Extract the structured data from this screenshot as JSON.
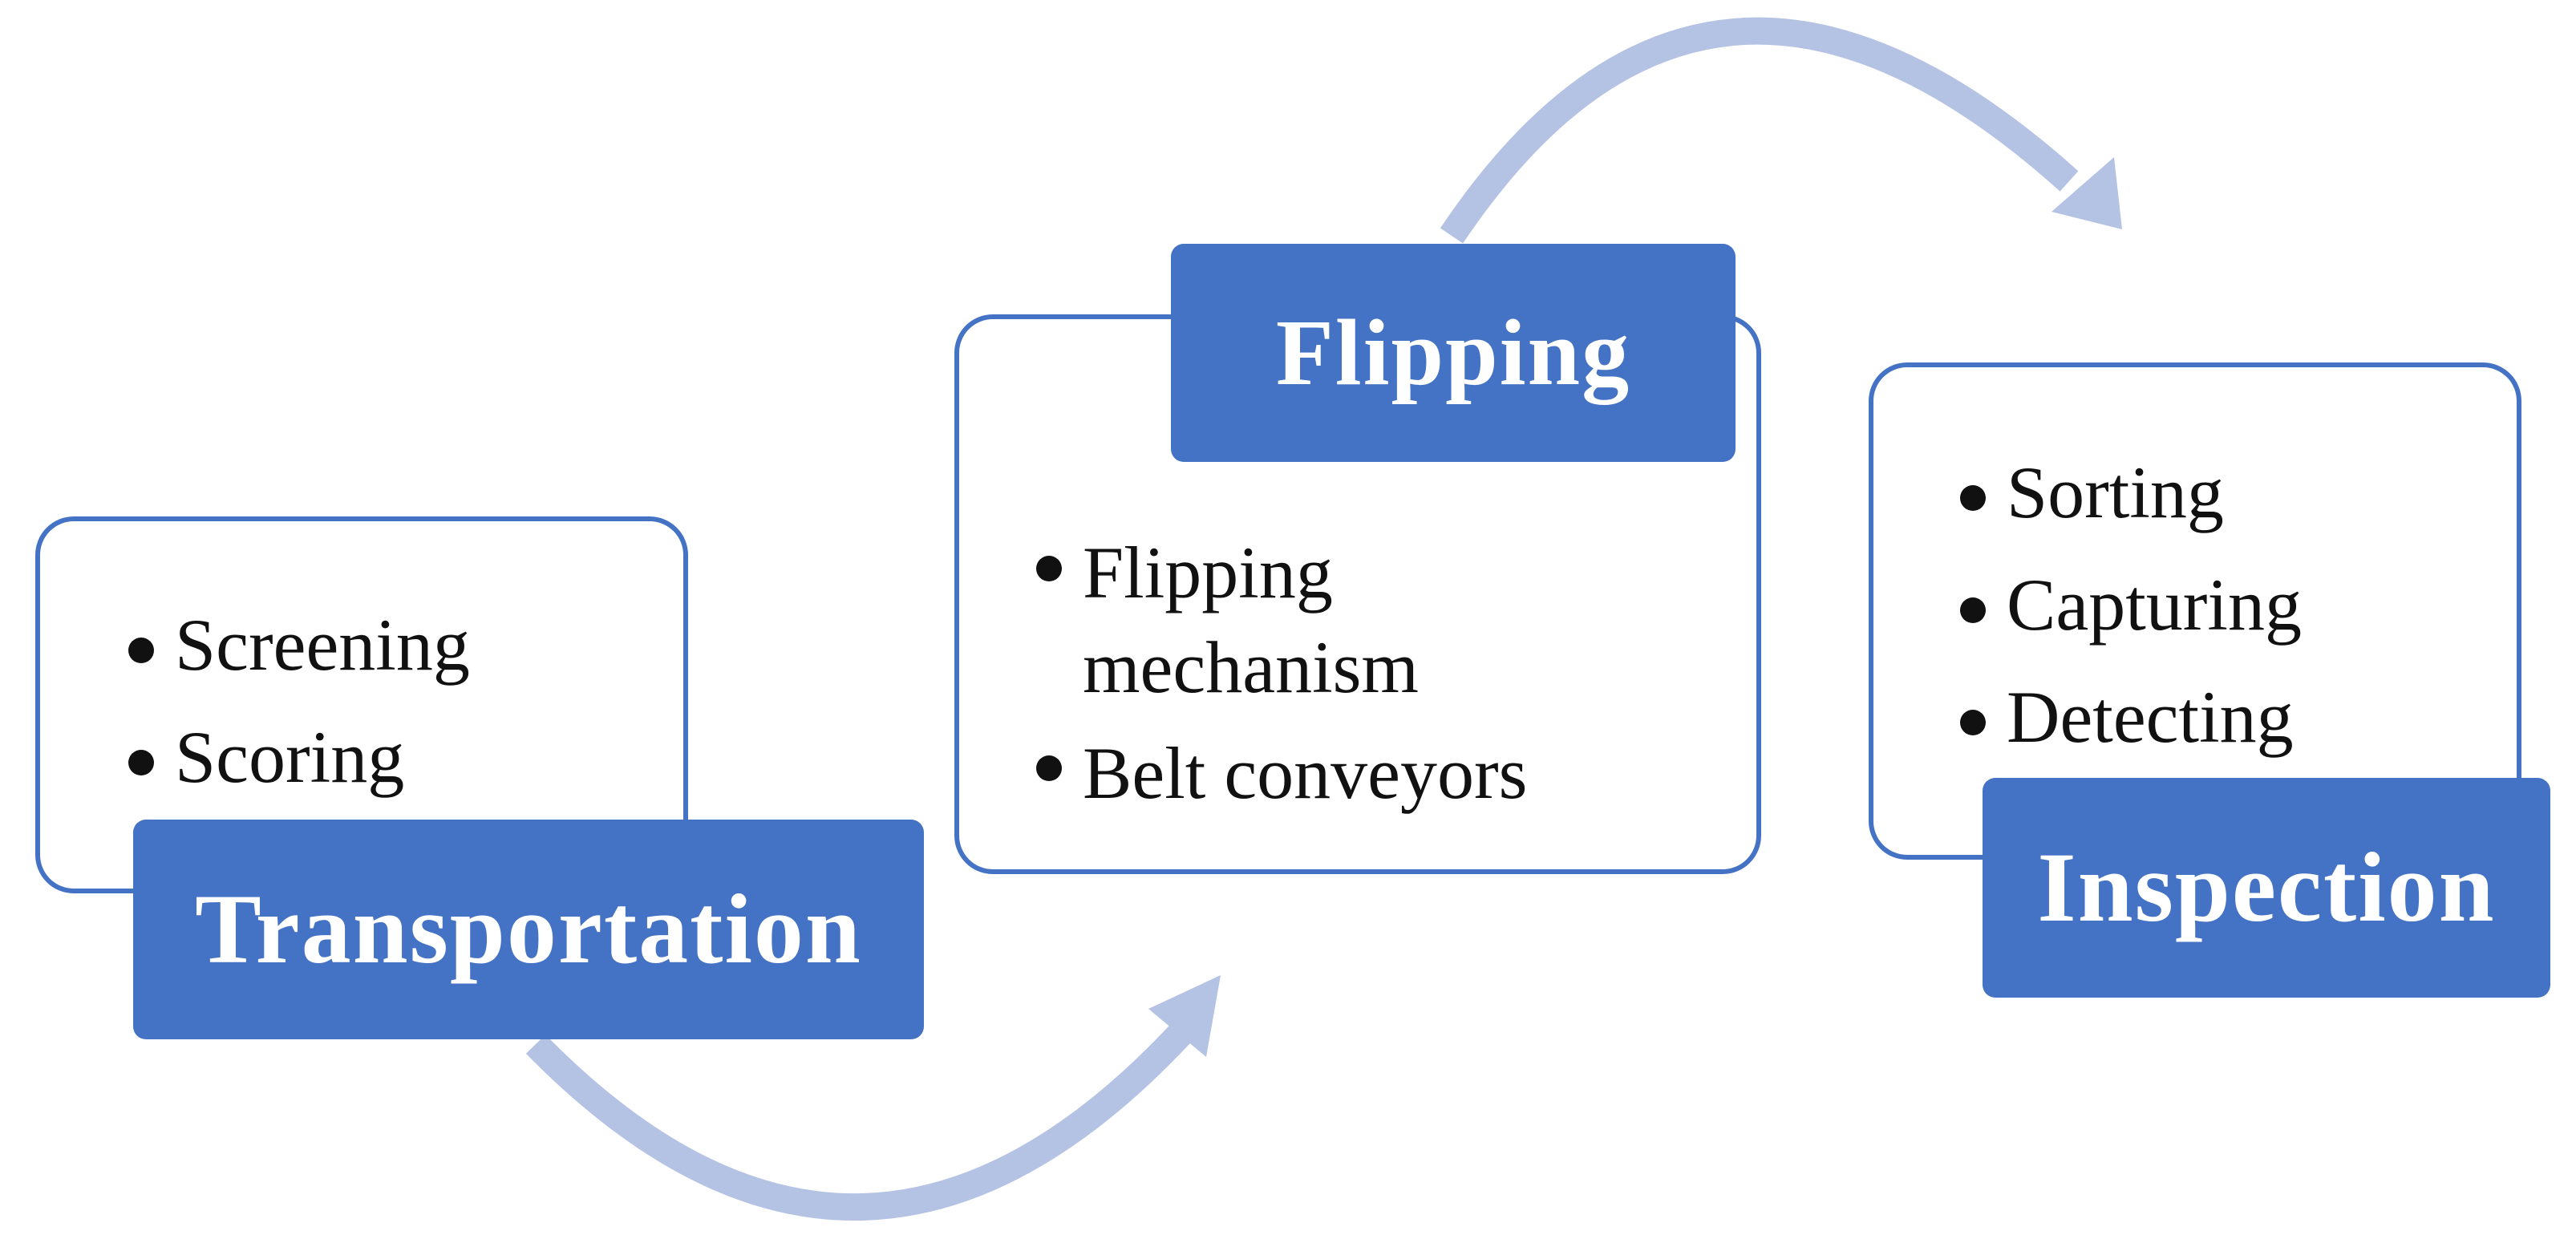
{
  "colors": {
    "label_fill": "#4472c4",
    "box_border": "#4472c4",
    "arrow": "#b4c2e4",
    "text": "#111111"
  },
  "stages": [
    {
      "label": "Transportation",
      "items": [
        "Screening",
        "Scoring"
      ]
    },
    {
      "label": "Flipping",
      "items": [
        "Flipping mechanism",
        "Belt conveyors"
      ]
    },
    {
      "label": "Inspection",
      "items": [
        "Sorting",
        "Capturing",
        "Detecting"
      ]
    }
  ],
  "connectors": [
    {
      "from": "Transportation",
      "to": "Flipping"
    },
    {
      "from": "Flipping",
      "to": "Inspection"
    }
  ]
}
